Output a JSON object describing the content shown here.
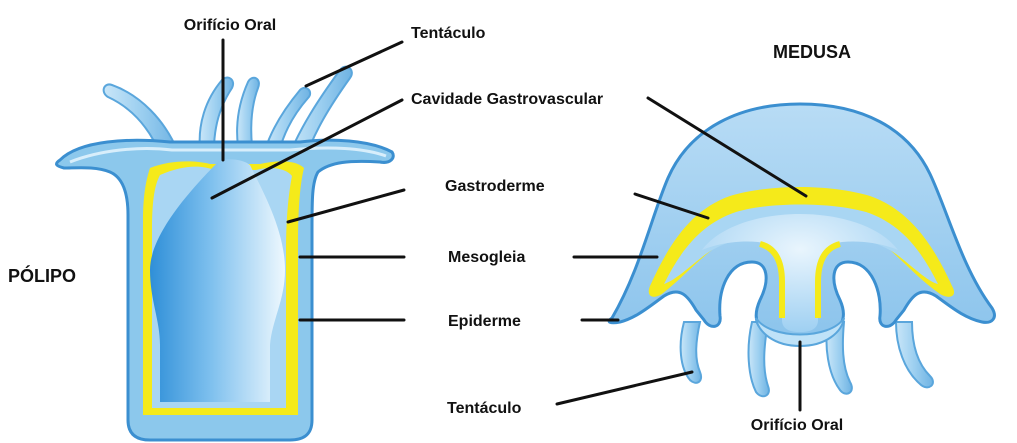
{
  "labels": {
    "polyp_title": "PÓLIPO",
    "medusa_title": "MEDUSA",
    "oral_top": "Orifício Oral",
    "tentacle_top": "Tentáculo",
    "cavity": "Cavidade Gastrovascular",
    "gastroderm": "Gastroderme",
    "mesoglea": "Mesogleia",
    "epidermis": "Epiderme",
    "tentacle_bottom": "Tentáculo",
    "oral_bottom": "Orifício Oral"
  },
  "colors": {
    "epidermis": "#8cc8ec",
    "epidermis_edge": "#3b8fd0",
    "mesoglea": "#f5ea1a",
    "gastroderm": "#a9d6f3",
    "cavity_dark": "#2f8fd8",
    "cavity_light": "#e8f5fd",
    "line": "#111111"
  }
}
